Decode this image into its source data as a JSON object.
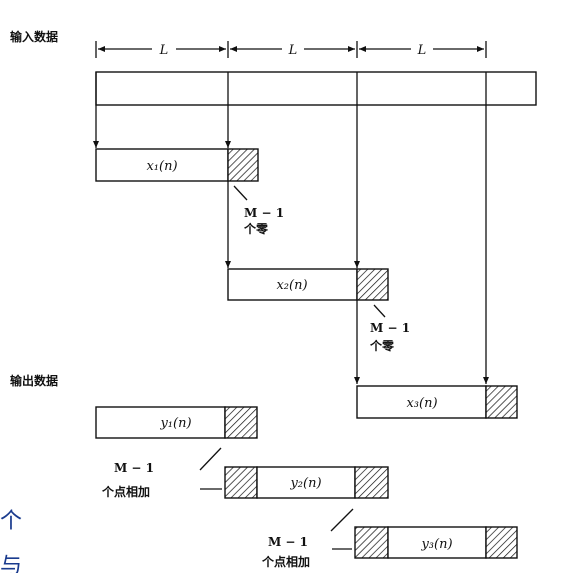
{
  "headings": {
    "input": "输入数据",
    "output": "输出数据"
  },
  "segment_label": "L",
  "blocks": {
    "x1": "x₁(n)",
    "x2": "x₂(n)",
    "x3": "x₃(n)",
    "y1": "y₁(n)",
    "y2": "y₂(n)",
    "y3": "y₃(n)"
  },
  "notes": {
    "m_minus_1": "M − 1",
    "zeros": "个零",
    "points_added": "个点相加"
  },
  "crop_text": {
    "top": "个",
    "bottom": "与"
  },
  "colors": {
    "ink": "#111111",
    "crop_text": "#1a3b8e"
  }
}
